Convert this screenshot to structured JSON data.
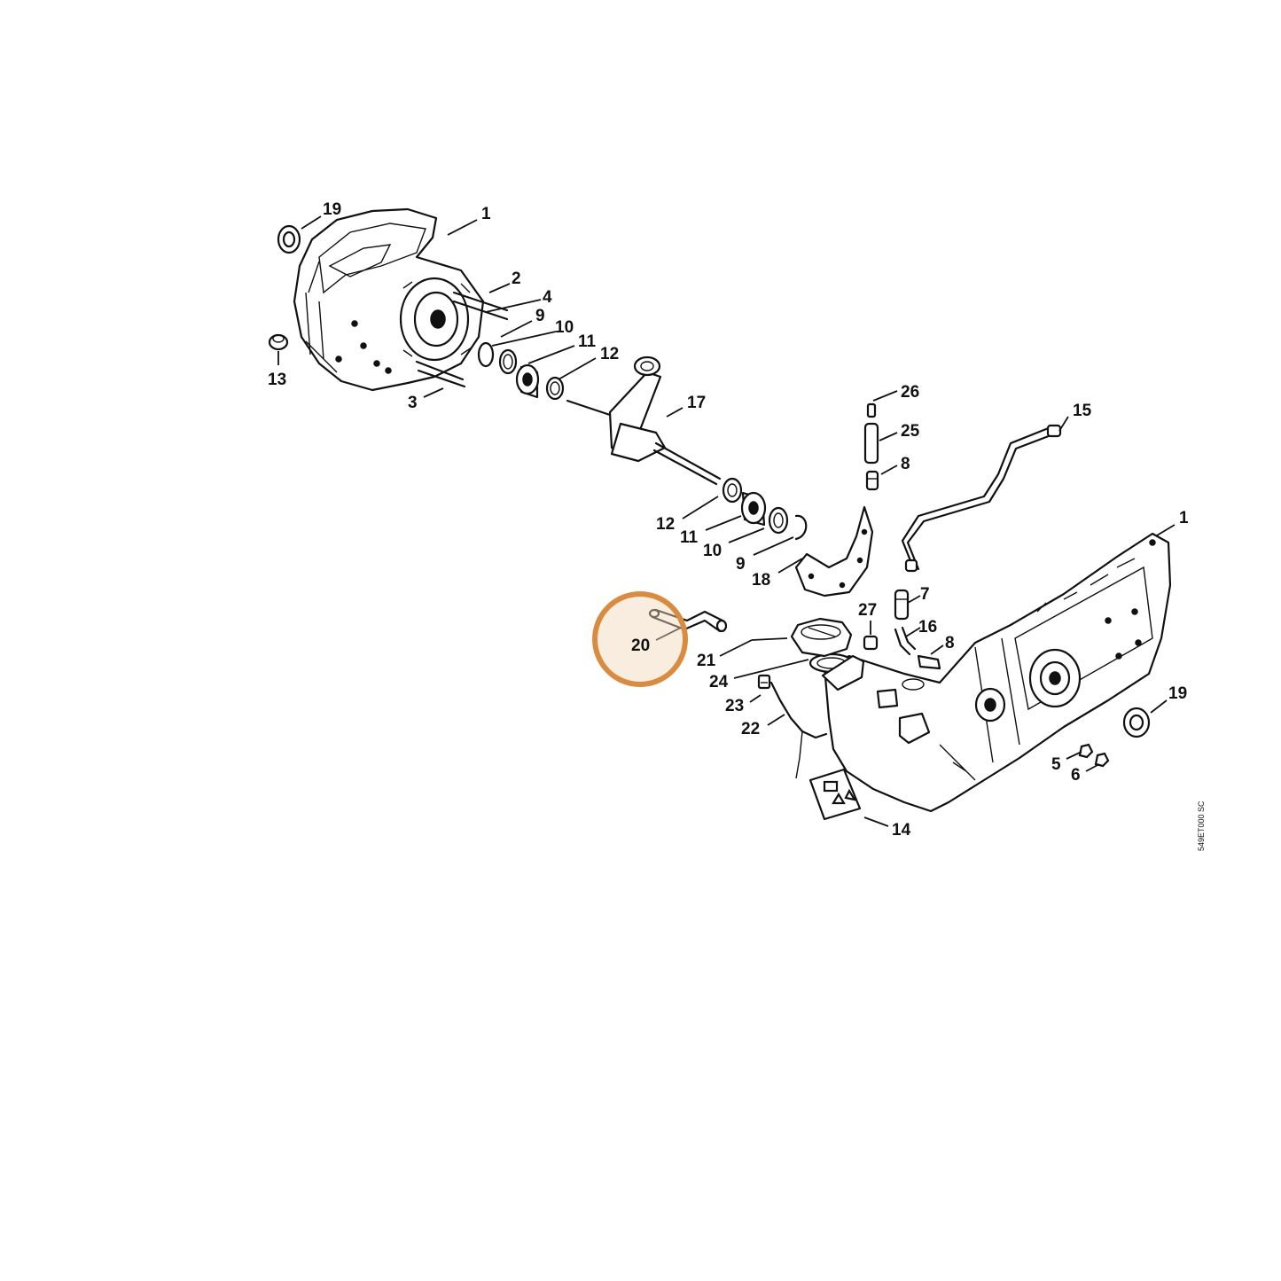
{
  "diagram_code": "549ET000 SC",
  "highlight": {
    "part": "20",
    "color": "#d98c3f"
  },
  "callouts": {
    "c19a": "19",
    "c1a": "1",
    "c2": "2",
    "c4": "4",
    "c9a": "9",
    "c10a": "10",
    "c11a": "11",
    "c12a": "12",
    "c13": "13",
    "c3": "3",
    "c17": "17",
    "c26": "26",
    "c25": "25",
    "c8a": "8",
    "c15": "15",
    "c12b": "12",
    "c11b": "11",
    "c10b": "10",
    "c9b": "9",
    "c18": "18",
    "c1b": "1",
    "c27": "27",
    "c7": "7",
    "c16": "16",
    "c8b": "8",
    "c20": "20",
    "c21": "21",
    "c24": "24",
    "c23": "23",
    "c22": "22",
    "c19b": "19",
    "c5": "5",
    "c6": "6",
    "c14": "14"
  }
}
